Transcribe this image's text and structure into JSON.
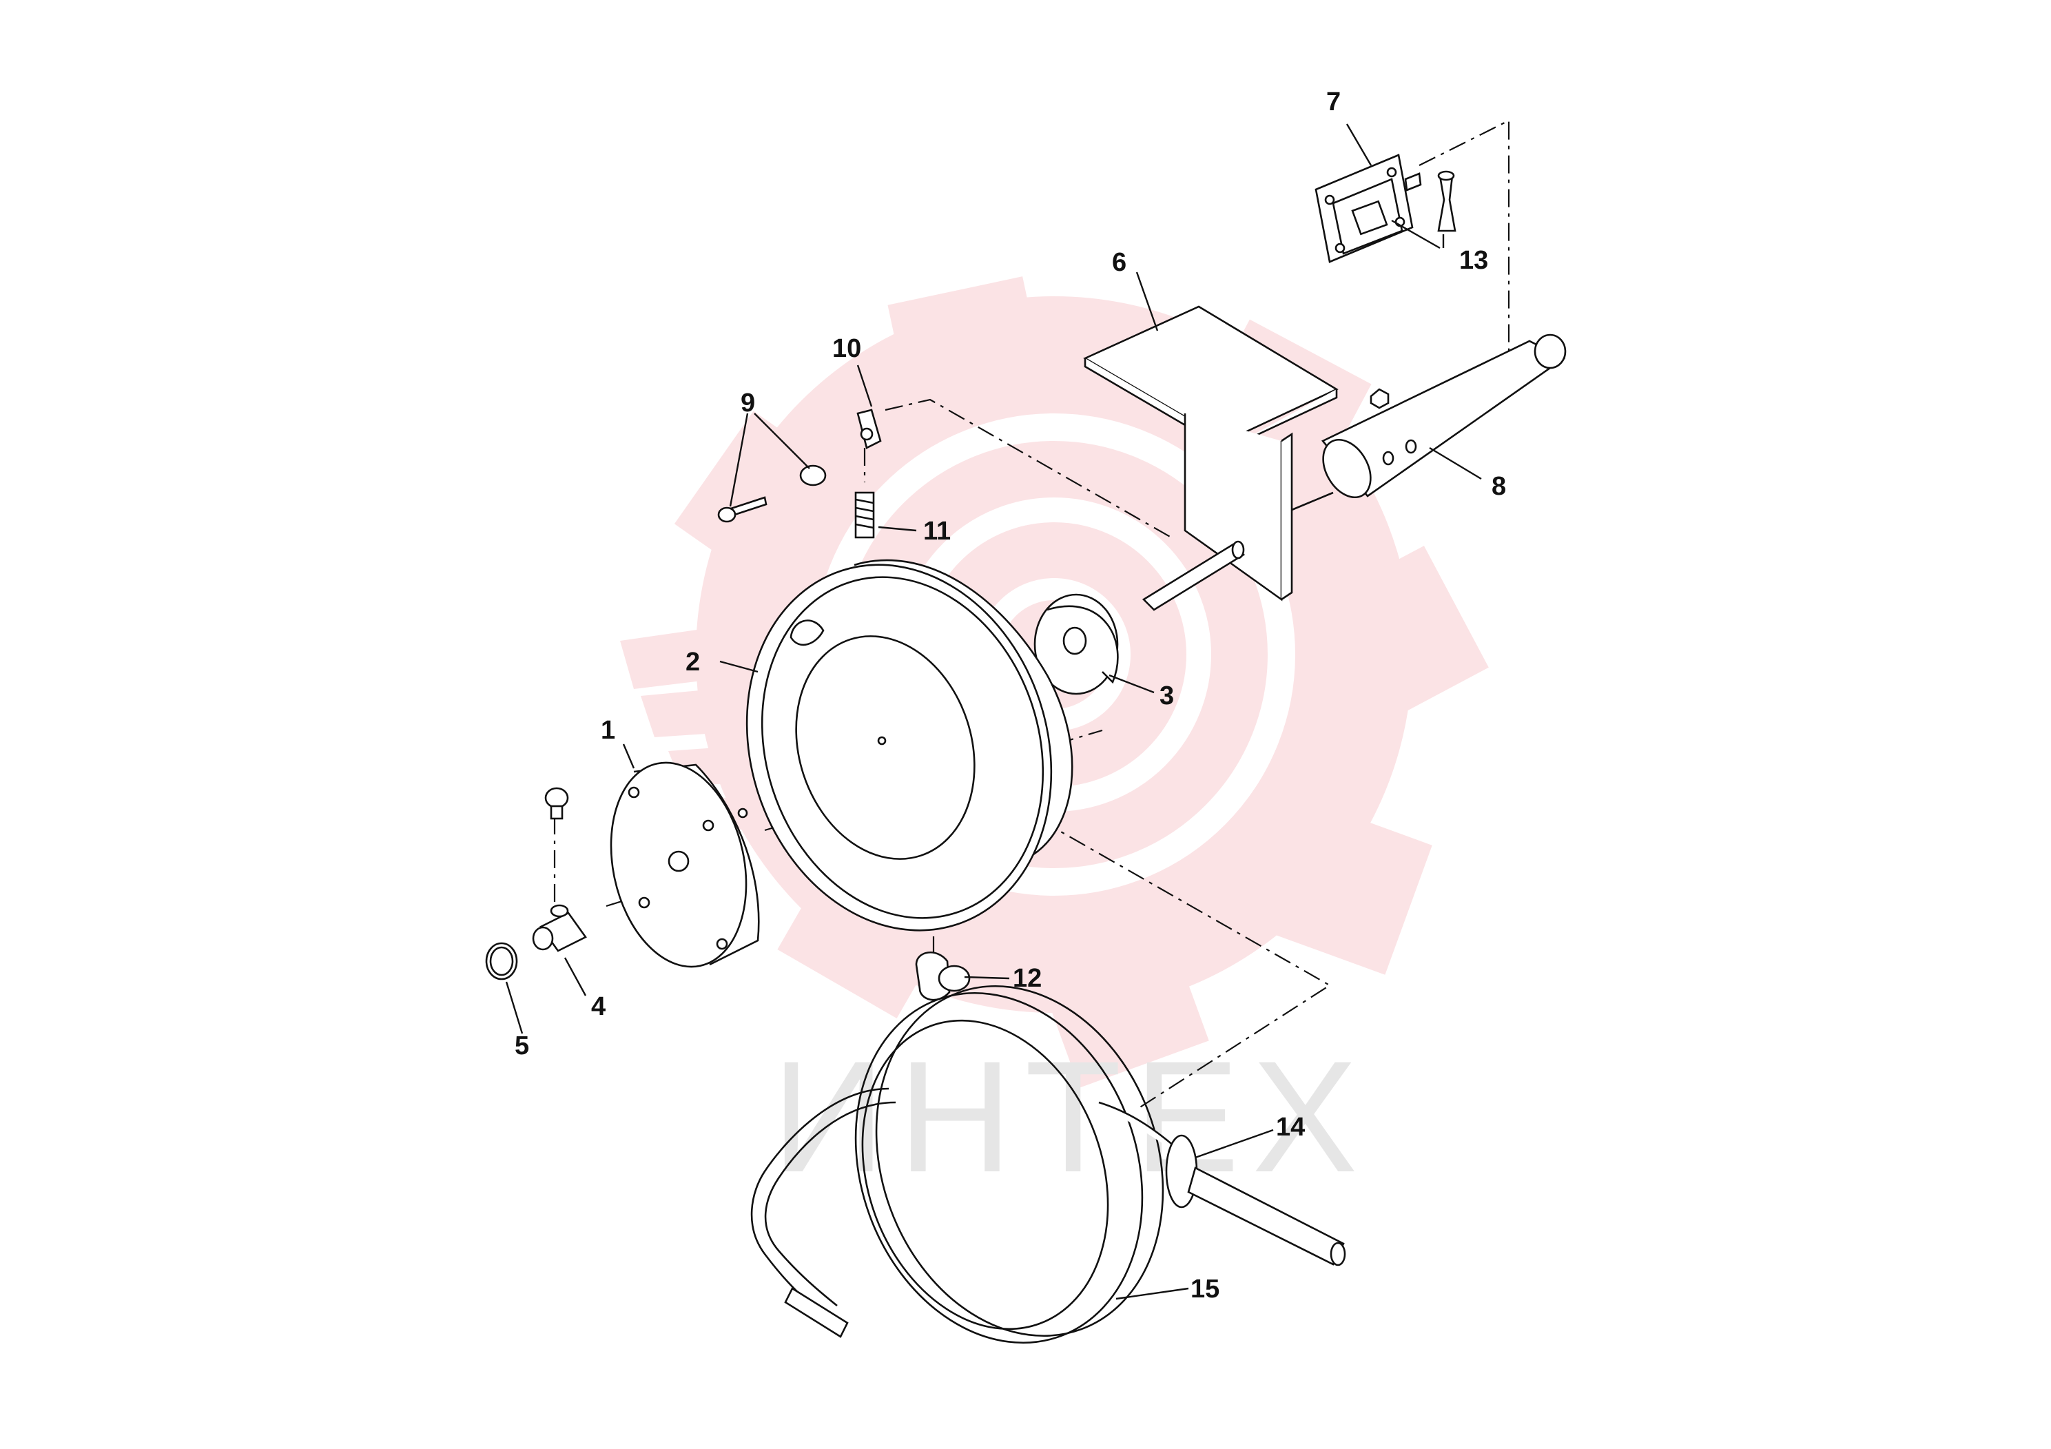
{
  "watermark": {
    "text": "ИНТЕХ",
    "gear_color": "#fbe3e5",
    "text_color": "#e6e6e6"
  },
  "callouts": {
    "p1": "1",
    "p2": "2",
    "p3": "3",
    "p4": "4",
    "p5": "5",
    "p6": "6",
    "p7": "7",
    "p8": "8",
    "p9": "9",
    "p10": "10",
    "p11": "11",
    "p12": "12",
    "p13": "13",
    "p14": "14",
    "p15": "15"
  },
  "colors": {
    "line": "#111111",
    "background": "#ffffff"
  }
}
